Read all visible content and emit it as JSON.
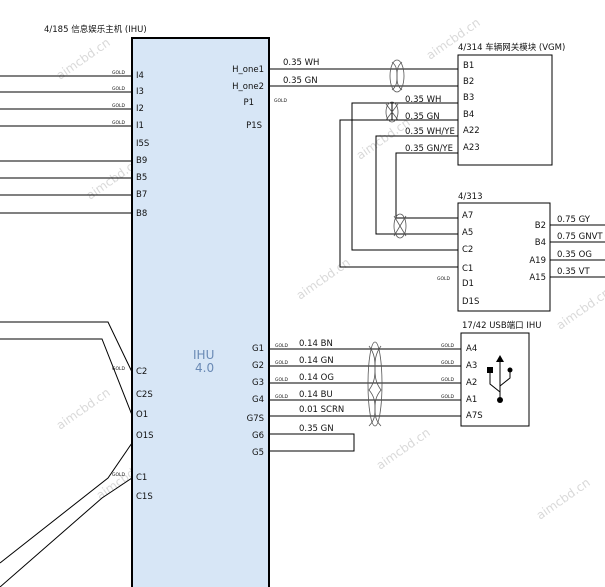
{
  "ihu": {
    "title": "4/185 信息娱乐主机 (IHU)",
    "center_label": "IHU",
    "center_sub": "4.0",
    "left_pins": [
      "I4",
      "I3",
      "I2",
      "I1",
      "I5S",
      "B9",
      "B5",
      "B7",
      "B8",
      "C2",
      "C2S",
      "O1",
      "O1S",
      "C1",
      "C1S"
    ],
    "right_pins": [
      "H_one1",
      "H_one2",
      "P1",
      "P1S",
      "G1",
      "G2",
      "G3",
      "G4",
      "G7S",
      "G6",
      "G5"
    ]
  },
  "vgm": {
    "title": "4/314 车辆网关模块 (VGM)",
    "pins": [
      "B1",
      "B2",
      "B3",
      "B4",
      "A22",
      "A23"
    ]
  },
  "m313": {
    "title": "4/313",
    "left_pins": [
      "A7",
      "A5",
      "C2",
      "C1",
      "D1",
      "D1S"
    ],
    "right_pins": [
      "B2",
      "B4",
      "A19",
      "A15"
    ]
  },
  "usb": {
    "title": "17/42 USB端口 IHU",
    "pins": [
      "A4",
      "A3",
      "A2",
      "A1",
      "A7S"
    ]
  },
  "wires": {
    "h1": "0.35 WH",
    "h2": "0.35 GN",
    "b3": "0.35 WH",
    "b4": "0.35 GN",
    "a22": "0.35 WH/YE",
    "a23": "0.35 GN/YE",
    "gy": "0.75 GY",
    "gnvt": "0.75 GNVT",
    "og": "0.35 OG",
    "vt": "0.35 VT",
    "g1": "0.14 BN",
    "g2": "0.14 GN",
    "g3": "0.14 OG",
    "g4": "0.14 BU",
    "g7s": "0.01 SCRN",
    "g6": "0.35 GN"
  },
  "gold": "GOLD",
  "watermark": "aimcbd.cn"
}
